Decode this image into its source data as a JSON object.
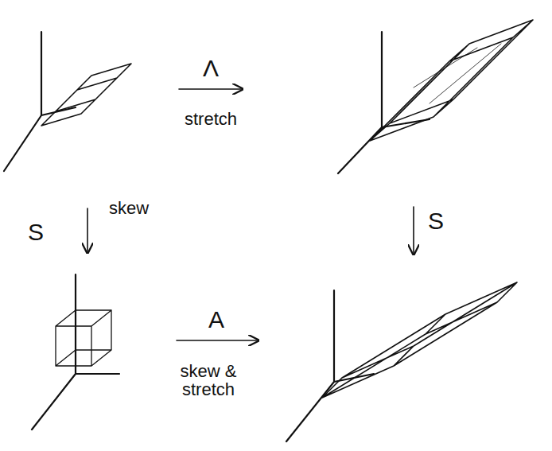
{
  "diagram": {
    "labels": [
      "Λ",
      "stretch",
      "S",
      "skew",
      "S",
      "A",
      "skew & stretch"
    ]
  }
}
